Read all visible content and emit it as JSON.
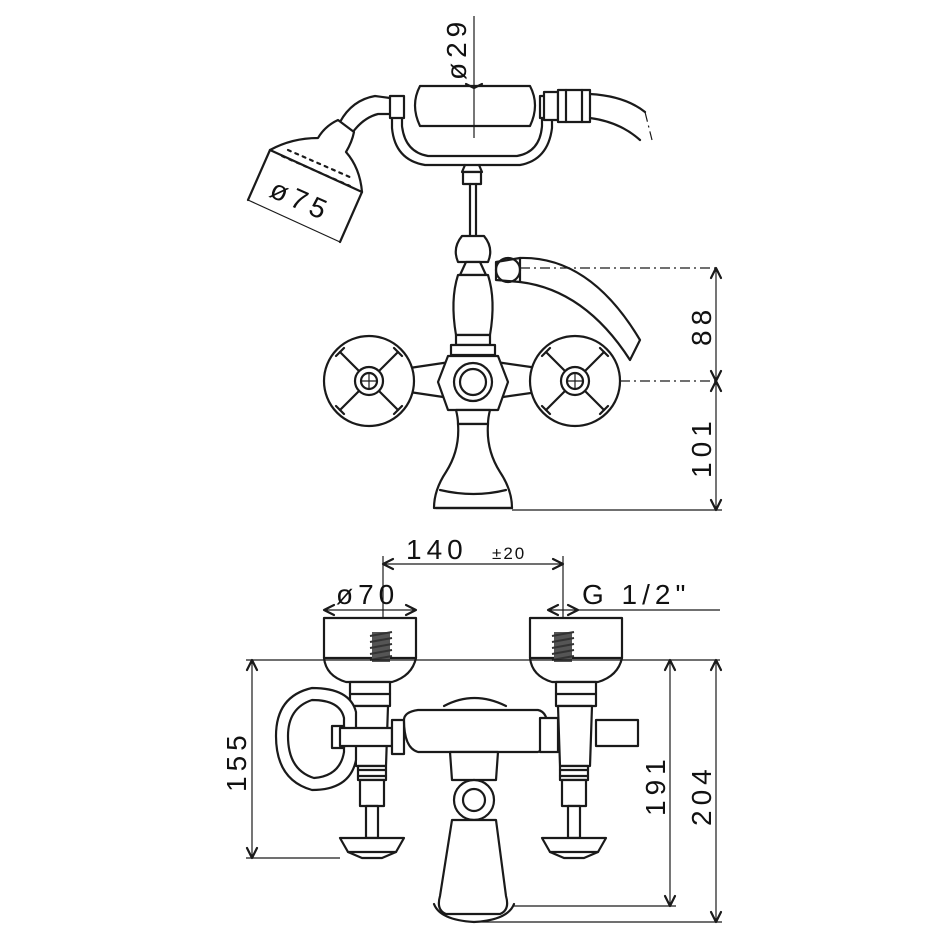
{
  "dimensions": {
    "handshower_handle_diameter": "ø29",
    "shower_head_diameter": "ø75",
    "spout_height": "88",
    "handle_axis_height": "101",
    "center_distance": "140",
    "center_tolerance": "±20",
    "flange_diameter": "ø70",
    "connection_thread": "G 1/2\"",
    "wall_to_handle": "155",
    "wall_to_spout_base": "191",
    "overall_depth": "204"
  }
}
